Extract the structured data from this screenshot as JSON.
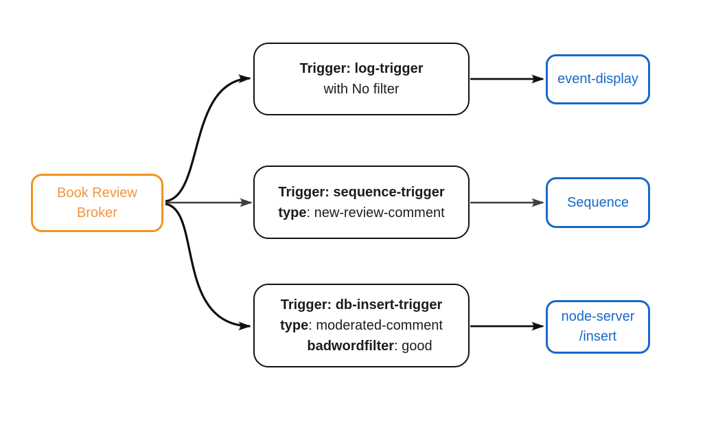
{
  "colors": {
    "broker_border": "#F0941F",
    "broker_text": "#F0953F",
    "trigger_border": "#121212",
    "sink_blue": "#1669C9",
    "edge_black": "#0F0F0F",
    "edge_gray": "#3F3F3F",
    "background": "#FFFFFF"
  },
  "broker": {
    "lines": [
      "Book Review",
      "Broker"
    ]
  },
  "triggers": [
    {
      "title": "Trigger: log-trigger",
      "filter_note": "with No filter"
    },
    {
      "title": "Trigger: sequence-trigger",
      "attributes": [
        {
          "key": "type",
          "value": ": new-review-comment"
        }
      ]
    },
    {
      "title": "Trigger: db-insert-trigger",
      "attributes": [
        {
          "key": "type",
          "value": ": moderated-comment"
        },
        {
          "key": "badwordfilter",
          "value": ": good"
        }
      ]
    }
  ],
  "sinks": [
    {
      "lines": [
        "event-display"
      ]
    },
    {
      "lines": [
        "Sequence"
      ]
    },
    {
      "lines": [
        "node-server",
        "/insert"
      ]
    }
  ],
  "edges": [
    {
      "from": "Book Review Broker",
      "to": "Trigger: log-trigger",
      "shape": "curved"
    },
    {
      "from": "Book Review Broker",
      "to": "Trigger: sequence-trigger",
      "shape": "straight"
    },
    {
      "from": "Book Review Broker",
      "to": "Trigger: db-insert-trigger",
      "shape": "curved"
    },
    {
      "from": "Trigger: log-trigger",
      "to": "event-display",
      "shape": "straight"
    },
    {
      "from": "Trigger: sequence-trigger",
      "to": "Sequence",
      "shape": "straight"
    },
    {
      "from": "Trigger: db-insert-trigger",
      "to": "node-server /insert",
      "shape": "straight"
    }
  ]
}
